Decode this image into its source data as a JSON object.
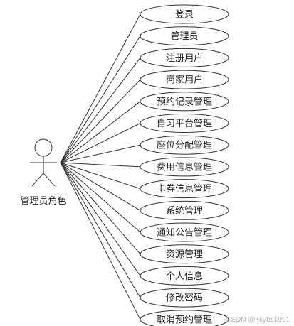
{
  "actor": {
    "label": "管理员角色"
  },
  "use_cases": [
    "登录",
    "管理员",
    "注册用户",
    "商家用户",
    "预约记录管理",
    "自习平台管理",
    "座位分配管理",
    "费用信息管理",
    "卡券信息管理",
    "系统管理",
    "通知公告管理",
    "资源管理",
    "个人信息",
    "修改密码",
    "取消预约管理"
  ],
  "watermark": "CSDN @+kybs1991",
  "colors": {
    "stroke": "#333333",
    "text": "#222222",
    "ellipse_fill": "#ffffff"
  }
}
